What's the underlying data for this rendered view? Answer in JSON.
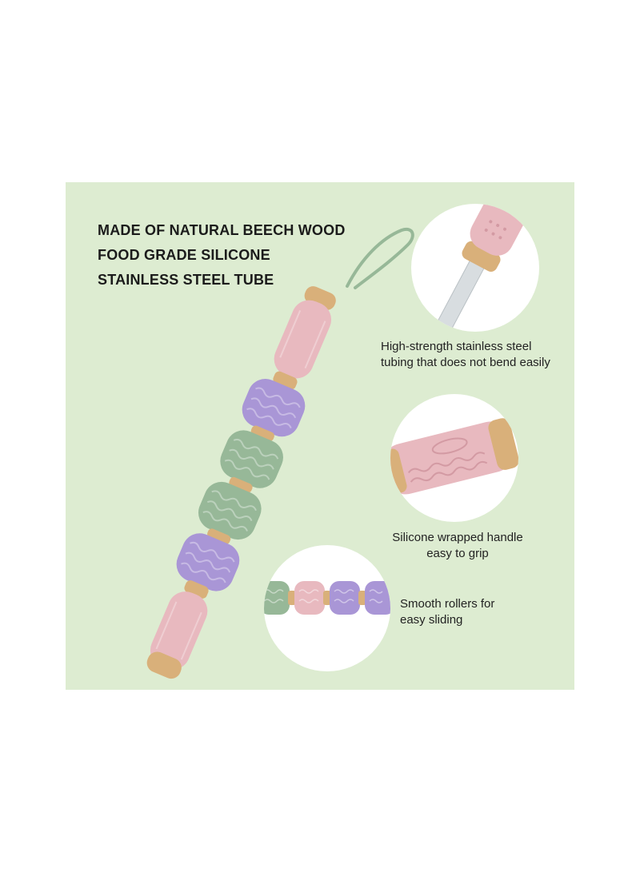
{
  "headlines": {
    "line1": "MADE OF NATURAL BEECH WOOD",
    "line2": "FOOD GRADE SILICONE",
    "line3": "STAINLESS STEEL TUBE"
  },
  "features": [
    {
      "line1": "High-strength stainless steel",
      "line2": "tubing that does not bend easily"
    },
    {
      "line1": "Silicone wrapped handle",
      "line2": "easy to grip"
    },
    {
      "line1": "Smooth rollers for",
      "line2": "easy sliding"
    }
  ],
  "colors": {
    "background": "#ddecd1",
    "pink": "#e8b9bf",
    "purple": "#a996d6",
    "green": "#97b898",
    "wood": "#d9b07a",
    "steel": "#d8dde0"
  }
}
